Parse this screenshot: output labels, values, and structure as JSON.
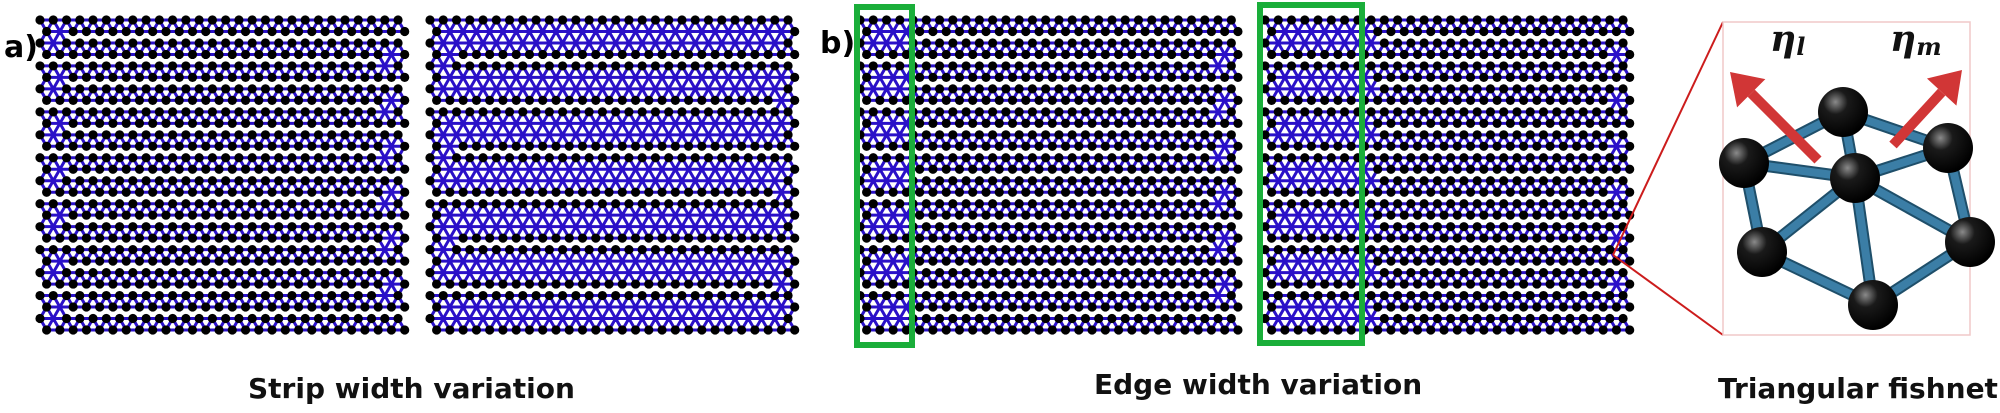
{
  "panels": {
    "a": {
      "letter": "a)",
      "caption": "Strip width variation"
    },
    "b": {
      "letter": "b)",
      "caption": "Edge width variation"
    },
    "c": {
      "caption": "Triangular fishnet",
      "vector_left": {
        "symbol": "η",
        "subscript": "l"
      },
      "vector_right": {
        "symbol": "η",
        "subscript": "m"
      }
    }
  },
  "colors": {
    "bond": "#2a10c8",
    "node": "#000000",
    "highlight_box": "#1aae3a",
    "zoom_line": "#cc1c1c",
    "arrow": "#d13636",
    "rod": "#3b7ea6"
  }
}
